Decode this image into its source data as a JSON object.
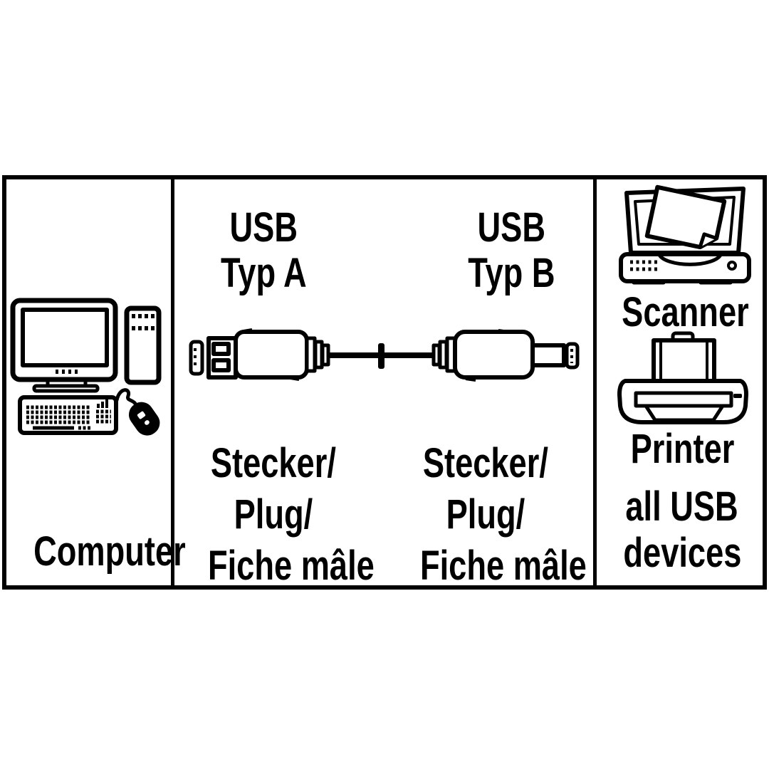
{
  "colors": {
    "ink": "#000000",
    "background": "#ffffff"
  },
  "computer_panel": {
    "label": "Computer",
    "icon": "desktop-computer-icon"
  },
  "cable_panel": {
    "connector_a": {
      "line1": "USB",
      "line2": "Typ A"
    },
    "connector_b": {
      "line1": "USB",
      "line2": "Typ B"
    },
    "plug_a": {
      "line1": "Stecker/",
      "line2": "Plug/",
      "line3": "Fiche mâle"
    },
    "plug_b": {
      "line1": "Stecker/",
      "line2": "Plug/",
      "line3": "Fiche mâle"
    },
    "icon": "usb-a-to-b-cable-icon"
  },
  "devices_panel": {
    "scanner_label": "Scanner",
    "printer_label": "Printer",
    "devices_line1": "all USB",
    "devices_line2": "devices",
    "icons": [
      "flatbed-scanner-icon",
      "inkjet-printer-icon"
    ]
  }
}
